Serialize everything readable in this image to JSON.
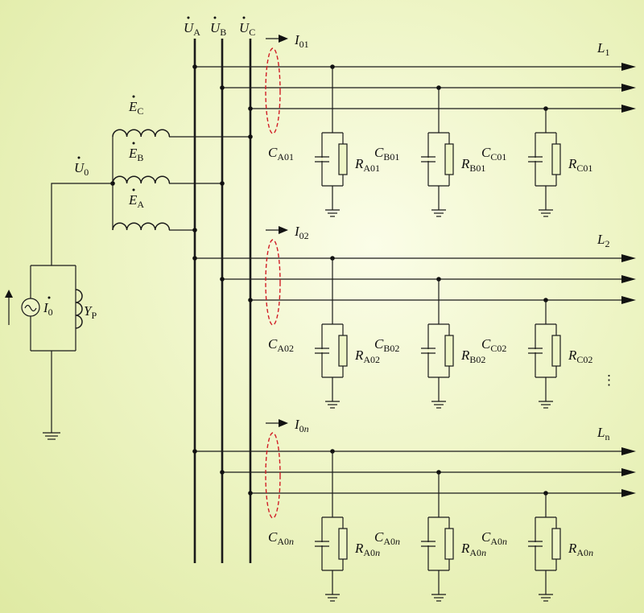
{
  "buses": [
    {
      "main": "U",
      "sub": "A"
    },
    {
      "main": "U",
      "sub": "B"
    },
    {
      "main": "U",
      "sub": "C"
    }
  ],
  "sources": [
    {
      "main": "E",
      "sub": "C"
    },
    {
      "main": "E",
      "sub": "B"
    },
    {
      "main": "E",
      "sub": "A"
    }
  ],
  "neutral_voltage": {
    "main": "U",
    "sub": "0"
  },
  "injection_current": {
    "main": "I",
    "sub": "0"
  },
  "arc_coil": {
    "main": "Y",
    "sub": "P"
  },
  "feeders": [
    {
      "line": {
        "main": "L",
        "sub": "1"
      },
      "current": {
        "main": "I",
        "sub": "01"
      },
      "branches": [
        {
          "c_main": "C",
          "c_sub": "A01",
          "r_main": "R",
          "r_sub": "A01"
        },
        {
          "c_main": "C",
          "c_sub": "B01",
          "r_main": "R",
          "r_sub": "B01"
        },
        {
          "c_main": "C",
          "c_sub": "C01",
          "r_main": "R",
          "r_sub": "C01"
        }
      ]
    },
    {
      "line": {
        "main": "L",
        "sub": "2"
      },
      "current": {
        "main": "I",
        "sub": "02"
      },
      "branches": [
        {
          "c_main": "C",
          "c_sub": "A02",
          "r_main": "R",
          "r_sub": "A02"
        },
        {
          "c_main": "C",
          "c_sub": "B02",
          "r_main": "R",
          "r_sub": "B02"
        },
        {
          "c_main": "C",
          "c_sub": "C02",
          "r_main": "R",
          "r_sub": "C02"
        }
      ]
    },
    {
      "line": {
        "main": "L",
        "sub": "n"
      },
      "current": {
        "main": "I",
        "sub_plain": "0",
        "sub_italic": "n"
      },
      "branches": [
        {
          "c_main": "C",
          "c_sub": "A0",
          "c_sub_italic": "n",
          "r_main": "R",
          "r_sub": "A0",
          "r_sub_italic": "n"
        },
        {
          "c_main": "C",
          "c_sub": "A0",
          "c_sub_italic": "n",
          "r_main": "R",
          "r_sub": "A0",
          "r_sub_italic": "n"
        },
        {
          "c_main": "C",
          "c_sub": "A0",
          "c_sub_italic": "n",
          "r_main": "R",
          "r_sub": "A0",
          "r_sub_italic": "n"
        }
      ]
    }
  ],
  "ellipsis": "⋮",
  "colors": {
    "wire": "#1a1a1a",
    "current_loop": "#d11e26",
    "background": "#e9f2bd"
  }
}
